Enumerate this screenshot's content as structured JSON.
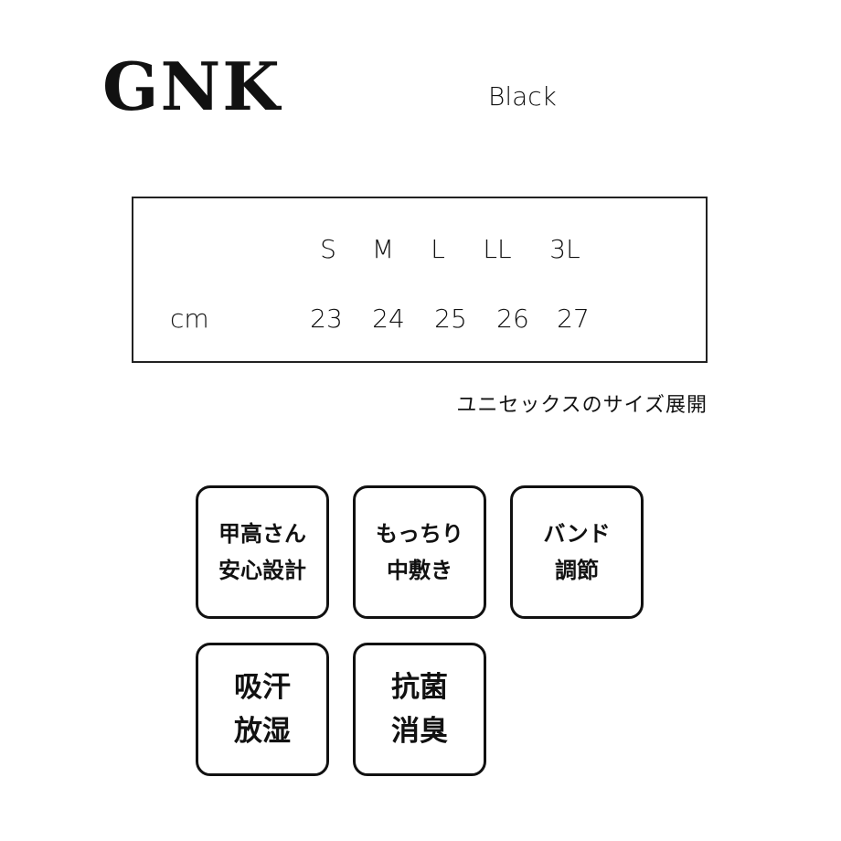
{
  "header": {
    "brand": "GNK",
    "color": "Black"
  },
  "size_table": {
    "sizes": [
      "S",
      "M",
      "L",
      "LL",
      "3L"
    ],
    "unit_label": "cm",
    "values": [
      "23",
      "24",
      "25",
      "26",
      "27"
    ]
  },
  "note": "ユニセックスのサイズ展開",
  "features": [
    {
      "line1": "甲高さん",
      "line2": "安心設計"
    },
    {
      "line1": "もっちり",
      "line2": "中敷き"
    },
    {
      "line1": "バンド",
      "line2": "調節"
    },
    {
      "line1": "吸汗",
      "line2": "放湿"
    },
    {
      "line1": "抗菌",
      "line2": "消臭"
    }
  ]
}
